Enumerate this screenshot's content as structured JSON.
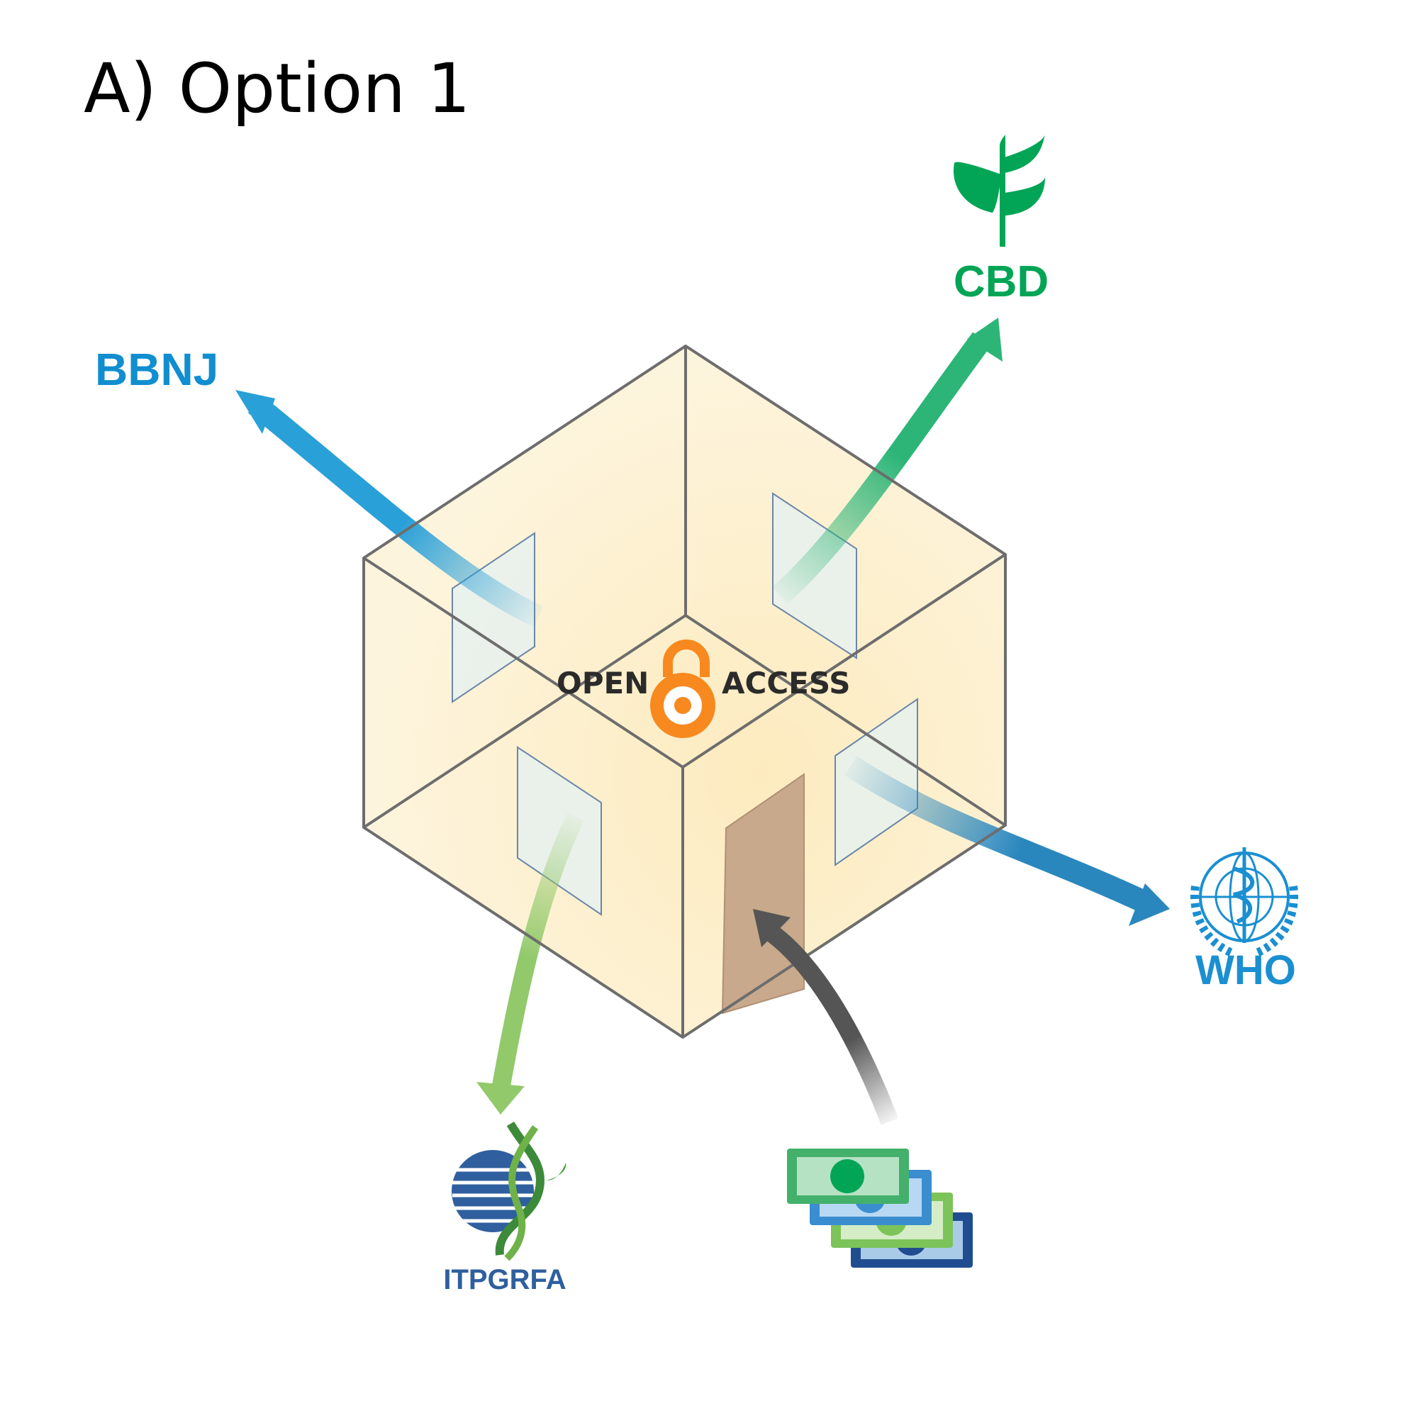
{
  "title": "A) Option 1",
  "center_logo": {
    "left": "OPEN",
    "right": "ACCESS",
    "icon": "open-access-lock-icon",
    "color": "#f7891f"
  },
  "organizations": {
    "bbnj": {
      "label": "BBNJ",
      "color": "#118ed0"
    },
    "cbd": {
      "label": "CBD",
      "color": "#02a555",
      "icon": "cbd-sprout-icon"
    },
    "who": {
      "label": "WHO",
      "color": "#1a8fd1",
      "icon": "who-emblem-icon"
    },
    "itpgrfa": {
      "label": "ITPGRFA",
      "color": "#2f5f9e",
      "icon": "itpgrfa-globe-dna-icon"
    }
  },
  "funding": {
    "icon": "money-stack-icon"
  },
  "colors": {
    "house_fill": "#fdf0cc",
    "house_edge": "#6d6d6d",
    "door": "#c8a98c",
    "window": "#e6f1ef",
    "arrow_bbnj": "#2aa0d8",
    "arrow_cbd": "#2db577",
    "arrow_who": "#2a87bd",
    "arrow_itpgrfa": "#92c96a",
    "arrow_money": "#555555"
  }
}
